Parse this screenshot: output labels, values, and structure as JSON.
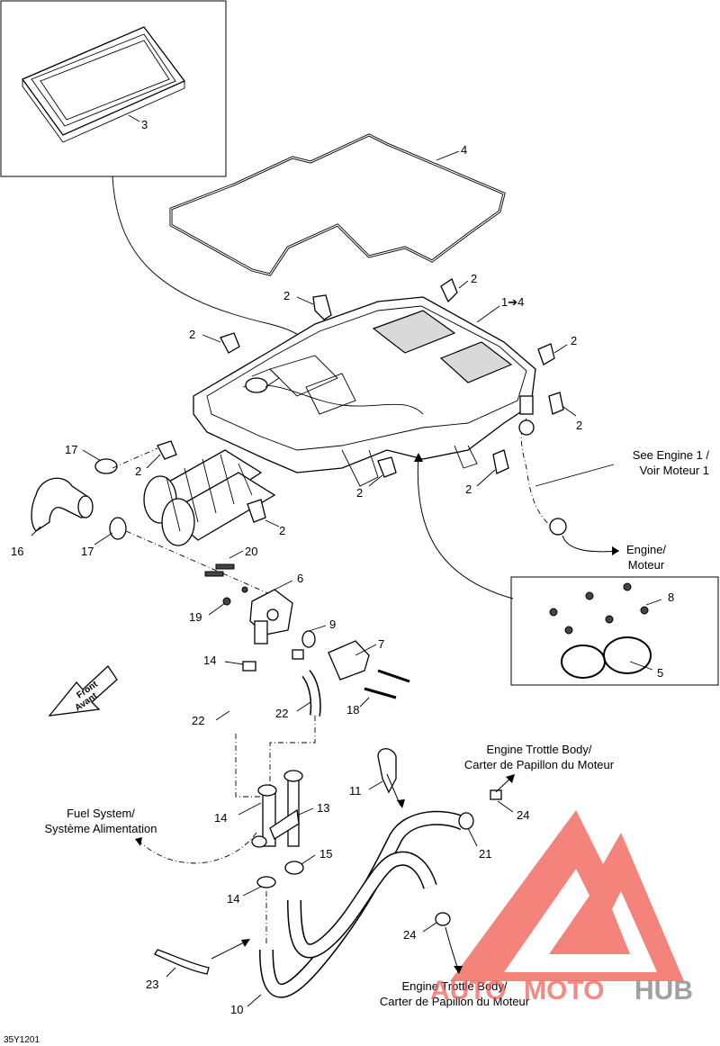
{
  "callouts": [
    {
      "id": "c3",
      "text": "3"
    },
    {
      "id": "c4",
      "text": "4"
    },
    {
      "id": "c1to4",
      "text": "1➔4"
    },
    {
      "id": "c2a",
      "text": "2"
    },
    {
      "id": "c2b",
      "text": "2"
    },
    {
      "id": "c2c",
      "text": "2"
    },
    {
      "id": "c2d",
      "text": "2"
    },
    {
      "id": "c2e",
      "text": "2"
    },
    {
      "id": "c2f",
      "text": "2"
    },
    {
      "id": "c2g",
      "text": "2"
    },
    {
      "id": "c2h",
      "text": "2"
    },
    {
      "id": "c2i",
      "text": "2"
    },
    {
      "id": "c2j",
      "text": "2"
    },
    {
      "id": "c17a",
      "text": "17"
    },
    {
      "id": "c17b",
      "text": "17"
    },
    {
      "id": "c16",
      "text": "16"
    },
    {
      "id": "c20",
      "text": "20"
    },
    {
      "id": "c6",
      "text": "6"
    },
    {
      "id": "c19",
      "text": "19"
    },
    {
      "id": "c9",
      "text": "9"
    },
    {
      "id": "c7",
      "text": "7"
    },
    {
      "id": "c14a",
      "text": "14"
    },
    {
      "id": "c14b",
      "text": "14"
    },
    {
      "id": "c14c",
      "text": "14"
    },
    {
      "id": "c22a",
      "text": "22"
    },
    {
      "id": "c22b",
      "text": "22"
    },
    {
      "id": "c18",
      "text": "18"
    },
    {
      "id": "c8",
      "text": "8"
    },
    {
      "id": "c5",
      "text": "5"
    },
    {
      "id": "c11",
      "text": "11"
    },
    {
      "id": "c13",
      "text": "13"
    },
    {
      "id": "c15",
      "text": "15"
    },
    {
      "id": "c24a",
      "text": "24"
    },
    {
      "id": "c24b",
      "text": "24"
    },
    {
      "id": "c21",
      "text": "21"
    },
    {
      "id": "c23",
      "text": "23"
    },
    {
      "id": "c10",
      "text": "10"
    }
  ],
  "notes": {
    "see_engine_1": "See Engine 1 /",
    "voir_moteur_1": "Voir Moteur 1",
    "engine": "Engine/",
    "moteur": "Moteur",
    "throttle_top_en": "Engine Trottle Body/",
    "throttle_top_fr": "Carter de Papillon du Moteur",
    "fuel_en": "Fuel System/",
    "fuel_fr": "Système Alimentation",
    "throttle_bot_en": "Engine Trottle Body/",
    "throttle_bot_fr": "Carter de Papillon du Moteur",
    "front": "Front",
    "avant": "Avant"
  },
  "figure_code": "35Y1201",
  "watermark": {
    "auto": "AUTO",
    "moto": "MOTO",
    "hub": "HUB",
    "color_red": "#f05a50",
    "color_grey": "#8a8a8a"
  }
}
